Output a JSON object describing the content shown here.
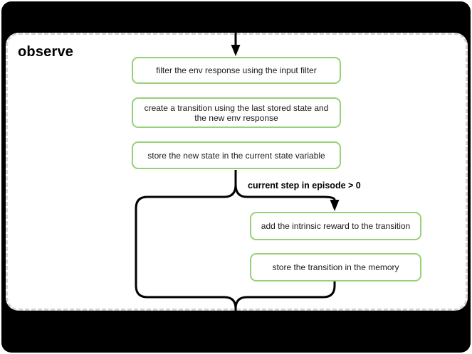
{
  "diagram": {
    "group_label": "observe",
    "condition_label": "current step in episode > 0",
    "boxes": [
      {
        "id": "filter-env-response",
        "label": "filter the env response using the input filter"
      },
      {
        "id": "create-transition",
        "label": "create a transition using the last stored state and the new env response"
      },
      {
        "id": "store-new-state",
        "label": "store the new state in the current state variable"
      },
      {
        "id": "add-intrinsic-reward",
        "label": "add the intrinsic reward to the transition"
      },
      {
        "id": "store-transition",
        "label": "store the transition in the memory"
      }
    ],
    "colors": {
      "background": "#000000",
      "panel_fill": "#ffffff",
      "panel_border": "#d6d6d6",
      "node_border": "#97d077",
      "node_fill": "#ffffff",
      "connector": "#000000",
      "text": "#1a1a1a"
    }
  }
}
